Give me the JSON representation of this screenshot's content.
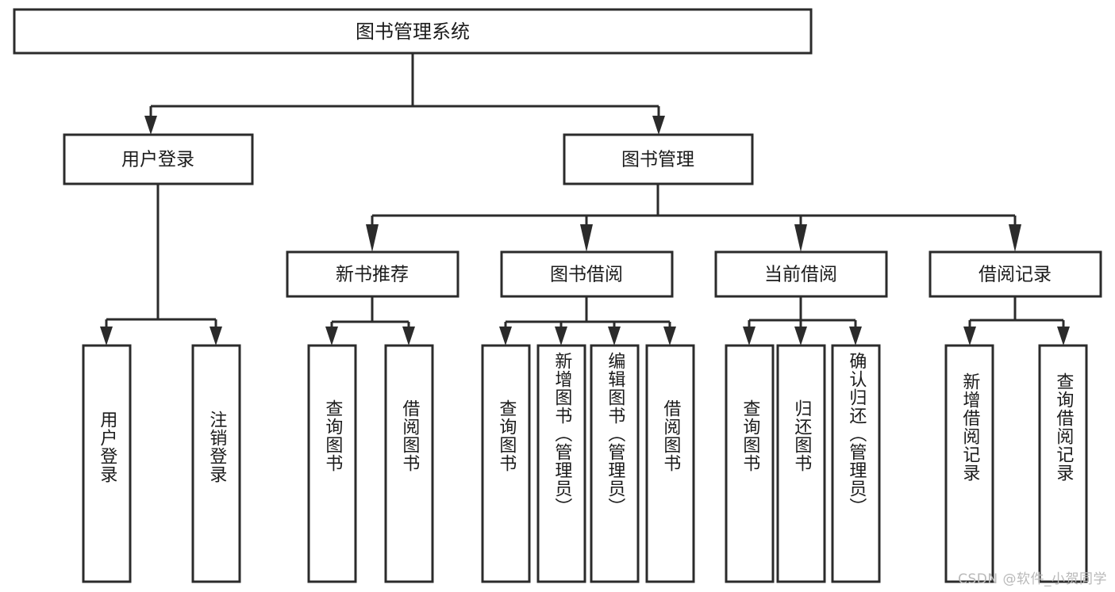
{
  "diagram": {
    "type": "tree",
    "title": "图书管理系统",
    "orientation": "top-down",
    "colors": {
      "stroke": "#2b2b2b",
      "fill": "#ffffff",
      "text": "#1b1b1b",
      "watermark": "#b9b9b9",
      "background": "#ffffff"
    },
    "root": {
      "label": "图书管理系统"
    },
    "level2": [
      {
        "label": "用户登录"
      },
      {
        "label": "图书管理"
      }
    ],
    "level3": [
      {
        "label": "新书推荐"
      },
      {
        "label": "图书借阅"
      },
      {
        "label": "当前借阅"
      },
      {
        "label": "借阅记录"
      }
    ],
    "leaves": {
      "user_login": [
        {
          "label": "用户登录"
        },
        {
          "label": "注销登录"
        }
      ],
      "new_book_recommend": [
        {
          "label": "查询图书"
        },
        {
          "label": "借阅图书"
        }
      ],
      "book_borrow": [
        {
          "label": "查询图书"
        },
        {
          "label": "新增图书（管理员）"
        },
        {
          "label": "编辑图书（管理员）"
        },
        {
          "label": "借阅图书"
        }
      ],
      "current_borrow": [
        {
          "label": "查询图书"
        },
        {
          "label": "归还图书"
        },
        {
          "label": "确认归还（管理员）"
        }
      ],
      "borrow_record": [
        {
          "label": "新增借阅记录"
        },
        {
          "label": "查询借阅记录"
        }
      ]
    },
    "edges": [
      {
        "from": "图书管理系统",
        "to": "用户登录"
      },
      {
        "from": "图书管理系统",
        "to": "图书管理"
      },
      {
        "from": "用户登录",
        "to": "用户登录"
      },
      {
        "from": "用户登录",
        "to": "注销登录"
      },
      {
        "from": "图书管理",
        "to": "新书推荐"
      },
      {
        "from": "图书管理",
        "to": "图书借阅"
      },
      {
        "from": "图书管理",
        "to": "当前借阅"
      },
      {
        "from": "图书管理",
        "to": "借阅记录"
      },
      {
        "from": "新书推荐",
        "to": "查询图书"
      },
      {
        "from": "新书推荐",
        "to": "借阅图书"
      },
      {
        "from": "图书借阅",
        "to": "查询图书"
      },
      {
        "from": "图书借阅",
        "to": "新增图书（管理员）"
      },
      {
        "from": "图书借阅",
        "to": "编辑图书（管理员）"
      },
      {
        "from": "图书借阅",
        "to": "借阅图书"
      },
      {
        "from": "当前借阅",
        "to": "查询图书"
      },
      {
        "from": "当前借阅",
        "to": "归还图书"
      },
      {
        "from": "当前借阅",
        "to": "确认归还（管理员）"
      },
      {
        "from": "借阅记录",
        "to": "新增借阅记录"
      },
      {
        "from": "借阅记录",
        "to": "查询借阅记录"
      }
    ]
  },
  "watermark": {
    "text": "CSDN @软件_小贺同学"
  }
}
